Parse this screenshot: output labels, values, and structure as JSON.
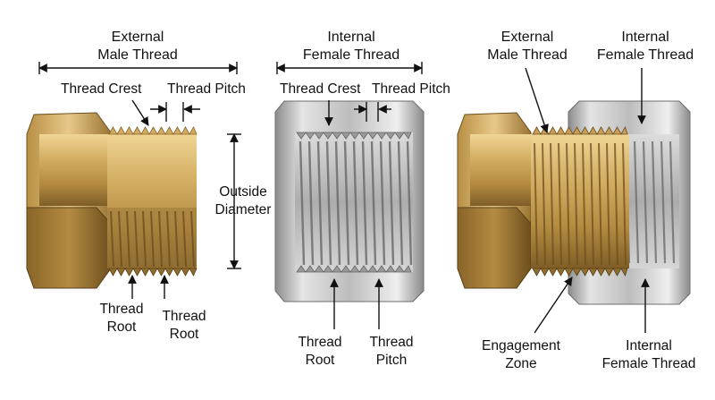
{
  "parts": {
    "external": {
      "title_line1": "External",
      "title_line2": "Male Thread",
      "thread_crest": "Thread Crest",
      "thread_pitch": "Thread Pitch",
      "outside_line1": "Outside",
      "outside_line2": "Diameter",
      "root_left_line1": "Thread",
      "root_left_line2": "Root",
      "root_right_line1": "Thread",
      "root_right_line2": "Root"
    },
    "internal": {
      "title_line1": "Internal",
      "title_line2": "Female Thread",
      "thread_crest": "Thread Crest",
      "thread_pitch": "Thread Pitch",
      "root_line1": "Thread",
      "root_line2": "Root",
      "pitch_line1": "Thread",
      "pitch_line2": "Pitch"
    },
    "assembly": {
      "male_line1": "External",
      "male_line2": "Male Thread",
      "female_line1": "Internal",
      "female_line2": "Female Thread",
      "engagement_line1": "Engagement",
      "engagement_line2": "Zone",
      "bottom_female_line1": "Internal",
      "bottom_female_line2": "Female Thread"
    }
  },
  "colors": {
    "brass_light": "#e3c078",
    "brass_mid": "#c29a4f",
    "brass_dark": "#7e5d26",
    "steel_light": "#f1f1f1",
    "steel_mid": "#bdbdbd",
    "steel_dark": "#7a7a7a",
    "line": "#111111"
  }
}
